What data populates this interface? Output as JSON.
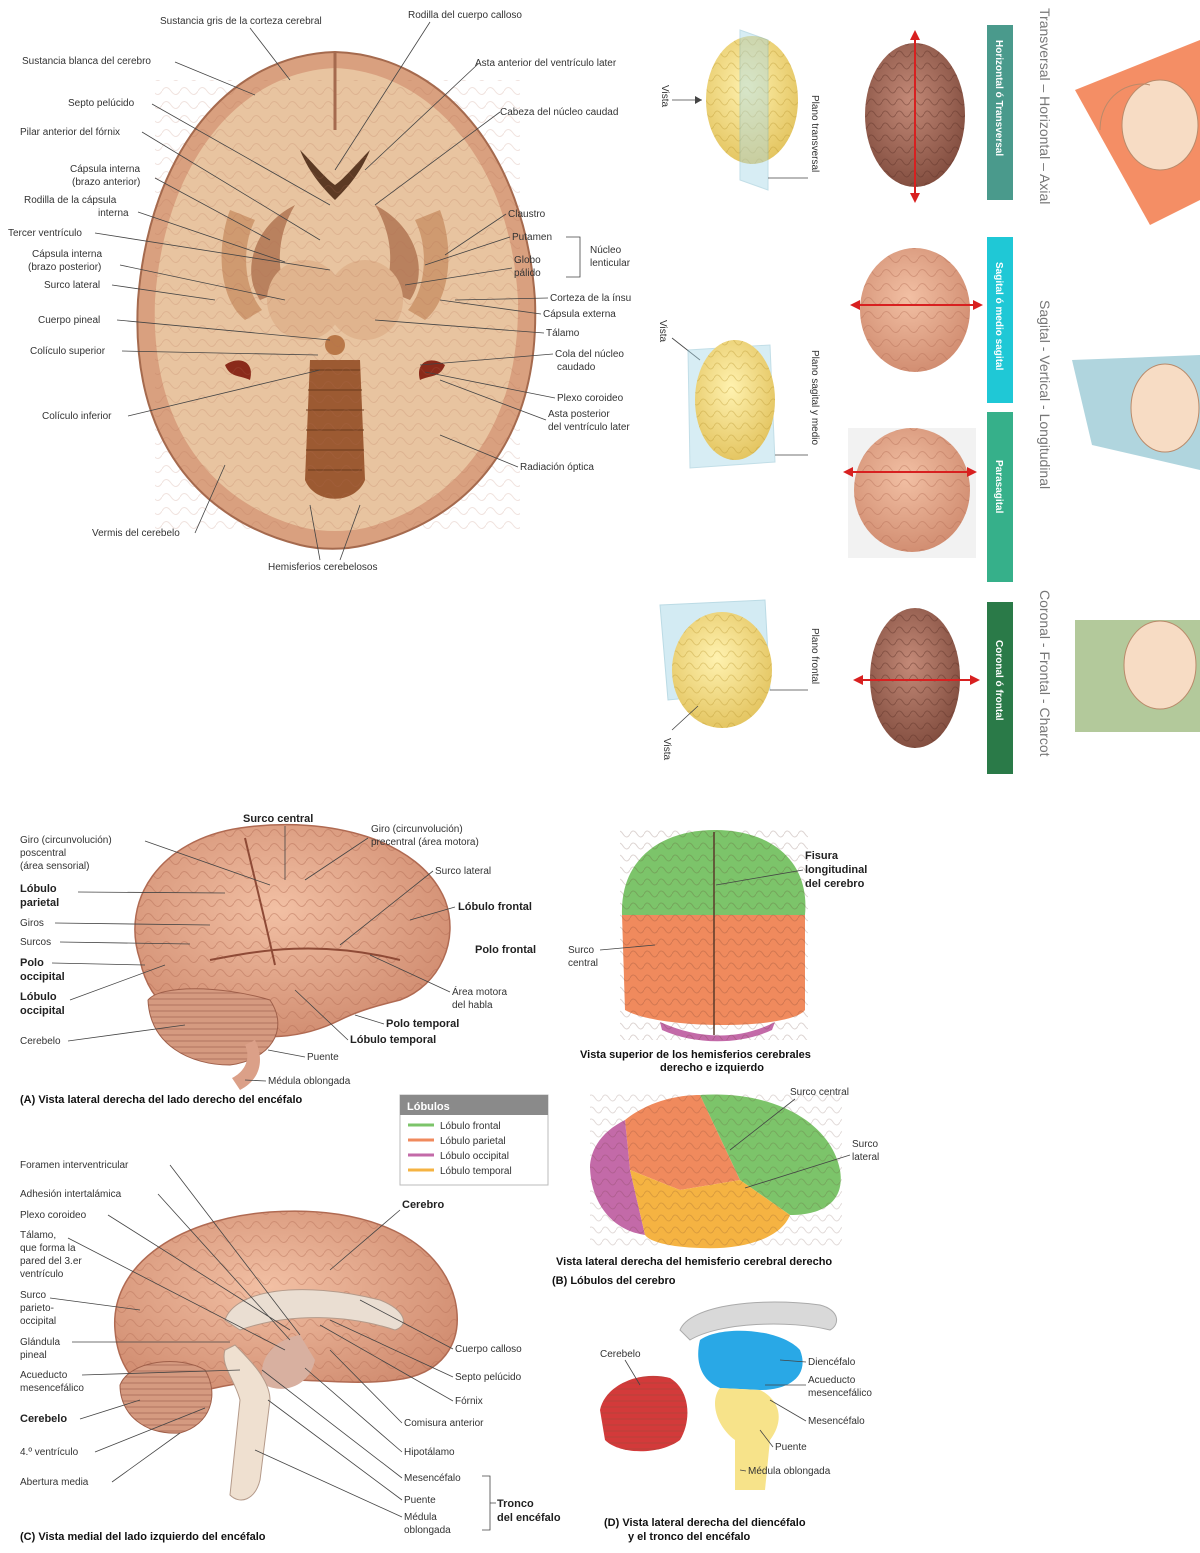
{
  "axial_section": {
    "left_labels": [
      "Sustancia blanca del cerebro",
      "Septo pelúcido",
      "Pilar anterior del fórnix",
      "Cápsula interna",
      "(brazo anterior)",
      "Rodilla de la cápsula",
      "interna",
      "Tercer ventrículo",
      "Cápsula interna",
      "(brazo posterior)",
      "Surco lateral",
      "Cuerpo pineal",
      "Colículo superior",
      "Colículo inferior",
      "Vermis del cerebelo"
    ],
    "top_labels": [
      "Sustancia gris de la corteza cerebral",
      "Rodilla del cuerpo calloso"
    ],
    "right_labels": [
      "Asta anterior del ventrículo later",
      "Cabeza del núcleo caudad",
      "Claustro",
      "Putamen",
      "Globo",
      "pálido",
      "Núcleo",
      "lenticular",
      "Corteza de la ínsu",
      "Cápsula externa",
      "Tálamo",
      "Cola del núcleo",
      "caudado",
      "Plexo coroideo",
      "Asta posterior",
      "del ventrículo later",
      "Radiación óptica"
    ],
    "bottom_label": "Hemisferios cerebelosos"
  },
  "planes": {
    "vista": "Vista",
    "plane_names": [
      "Plano transversal",
      "Plano sagital y medio",
      "Plano frontal"
    ],
    "bars": [
      {
        "label": "Horizontal ó Transversal",
        "color": "#4a9a8c"
      },
      {
        "label": "Sagital ó medio sagital",
        "color": "#1fc8d6"
      },
      {
        "label": "Parasagital",
        "color": "#36b08a"
      },
      {
        "label": "Coronal ó frontal",
        "color": "#2a7a48"
      }
    ],
    "side_titles": [
      "Transversal – Horizontal – Axial",
      "Sagital - Vertical - Longitudinal",
      "Coronal - Frontal - Charcot"
    ]
  },
  "lateral_view": {
    "labels": [
      "Surco central",
      "Giro (circunvolución)",
      "poscentral",
      "(área sensorial)",
      "Giro (circunvolución)",
      "precentral (área motora)",
      "Surco lateral",
      "Lóbulo",
      "parietal",
      "Lóbulo frontal",
      "Giros",
      "Surcos",
      "Polo frontal",
      "Polo",
      "occipital",
      "Área motora",
      "del habla",
      "Lóbulo",
      "occipital",
      "Polo temporal",
      "Lóbulo temporal",
      "Cerebelo",
      "Puente",
      "Médula oblongada"
    ],
    "caption": "(A) Vista lateral derecha del lado derecho del encéfalo"
  },
  "lobes": {
    "legend_title": "Lóbulos",
    "legend": [
      {
        "label": "Lóbulo frontal",
        "color": "#7cc46a"
      },
      {
        "label": "Lóbulo parietal",
        "color": "#f08a5d"
      },
      {
        "label": "Lóbulo occipital",
        "color": "#c36aa8"
      },
      {
        "label": "Lóbulo temporal",
        "color": "#f5b342"
      }
    ],
    "superior_labels": [
      "Fisura",
      "longitudinal",
      "del cerebro",
      "Surco",
      "central"
    ],
    "superior_caption": [
      "Vista superior de los hemisferios cerebrales",
      "derecho e izquierdo"
    ],
    "lateral_labels": [
      "Surco central",
      "Surco",
      "lateral"
    ],
    "lateral_caption": "Vista lateral derecha del hemisferio cerebral derecho",
    "caption": "(B) Lóbulos del cerebro"
  },
  "medial_view": {
    "left_labels": [
      "Foramen interventricular",
      "Adhesión intertalámica",
      "Plexo coroideo",
      "Tálamo,",
      "que forma la",
      "pared del 3.er",
      "ventrículo",
      "Surco",
      "parieto-",
      "occipital",
      "Glándula",
      "pineal",
      "Acueducto",
      "mesencefálico",
      "Cerebelo",
      "4.º ventrículo",
      "Abertura media"
    ],
    "right_labels": [
      "Cerebro",
      "Cuerpo calloso",
      "Septo pelúcido",
      "Fórnix",
      "Comisura anterior",
      "Hipotálamo",
      "Mesencéfalo",
      "Puente",
      "Médula",
      "oblongada"
    ],
    "bracket": [
      "Tronco",
      "del encéfalo"
    ],
    "caption": "(C) Vista medial del lado izquierdo del encéfalo"
  },
  "brainstem": {
    "labels": [
      "Cerebelo",
      "Diencéfalo",
      "Acueducto",
      "mesencefálico",
      "Mesencéfalo",
      "Puente",
      "Médula oblongada"
    ],
    "caption": [
      "(D) Vista lateral derecha del diencéfalo",
      "y el tronco del encéfalo"
    ]
  }
}
